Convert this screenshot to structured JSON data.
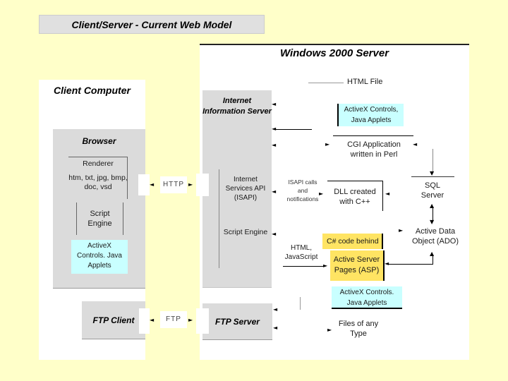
{
  "slide": {
    "title": "Client/Server - Current Web Model"
  },
  "client": {
    "heading": "Client Computer",
    "browser": {
      "heading": "Browser",
      "renderer": "Renderer",
      "file_types": "htm, txt, jpg, bmp, doc, vsd",
      "script_engine": "Script Engine",
      "activex": "ActiveX Controls. Java Applets"
    },
    "ftp_client": "FTP Client"
  },
  "connectors": {
    "http": "HTTP",
    "ftp": "FTP"
  },
  "server": {
    "heading": "Windows 2000 Server",
    "iis": "Internet Information Server",
    "isapi": "Internet Services API (ISAPI)",
    "script_engine": "Script Engine",
    "ftp_server": "FTP Server",
    "html_file": "HTML File",
    "activex_applets_top": "ActiveX Controls, Java Applets",
    "cgi": "CGI Application written in Perl",
    "isapi_calls": "ISAPI calls and notifications",
    "dll": "DLL created with C++",
    "sql": "SQL Server",
    "html_javascript": "HTML, JavaScript",
    "csharp": "C# code behind",
    "asp": "Active Server Pages (ASP)",
    "ado": "Active Data Object (ADO)",
    "activex_applets_bottom": "ActiveX Controls. Java Applets",
    "files": "Files of any Type"
  },
  "icons": {
    "arrow_left": "◄",
    "arrow_right": "►",
    "arrow_up": "▲",
    "arrow_down": "▼"
  },
  "colors": {
    "background": "#FFFFC9",
    "panel_white": "#FFFFFF",
    "panel_gray": "#DBDBDB",
    "node_cyan": "#C9FFFF",
    "node_yellow": "#FFE463"
  }
}
